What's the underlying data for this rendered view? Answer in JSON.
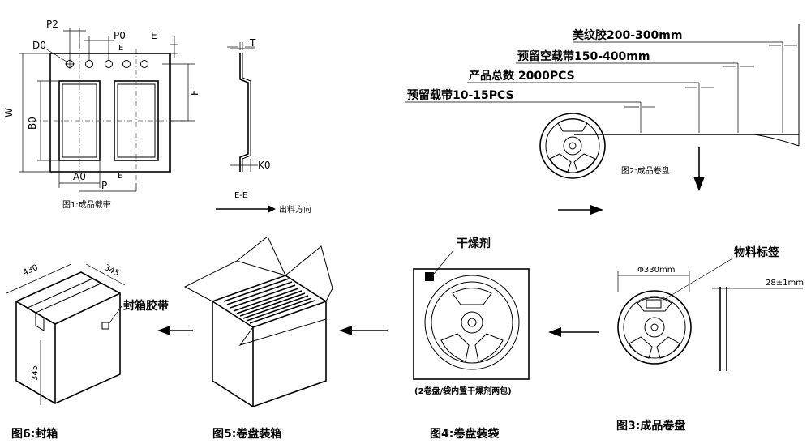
{
  "fig1": {
    "caption": "图1:成品载带",
    "labels": {
      "P2": "P2",
      "P0": "P0",
      "E_top": "E",
      "E_side": "E",
      "D0": "D0",
      "W": "W",
      "B0": "B0",
      "F": "F",
      "A0": "A0",
      "P": "P",
      "E_bottom": "E"
    }
  },
  "section": {
    "T": "T",
    "K0": "K0",
    "cut": "E-E",
    "direction": "出料方向"
  },
  "fig2": {
    "caption": "图2:成品卷盘",
    "leader_tape": "美纹胶200-300mm",
    "trailer_tape": "预留空载带150-400mm",
    "total": "产品总数 2000PCS",
    "leader_carrier": "预留载带10-15PCS"
  },
  "fig3": {
    "caption": "图3:成品卷盘",
    "diameter": "Φ330mm",
    "label_tag": "物料标签",
    "width": "28±1mm"
  },
  "fig4": {
    "caption": "图4:卷盘装袋",
    "desiccant": "干燥剂",
    "note": "(2卷盘/袋内置干燥剂两包)"
  },
  "fig5": {
    "caption": "图5:卷盘装箱"
  },
  "fig6": {
    "caption": "图6:封箱",
    "tape": "封箱胶带",
    "dim_430": "430",
    "dim_345_top": "345",
    "dim_345_side": "345"
  }
}
